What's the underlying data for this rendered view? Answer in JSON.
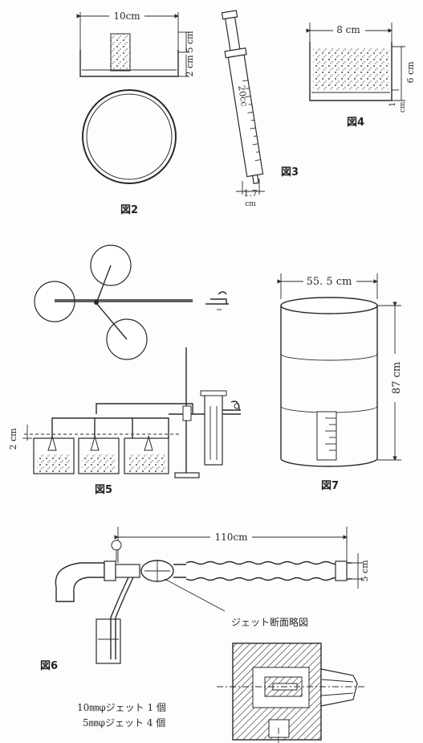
{
  "figure2": {
    "caption": "図2",
    "dim_width": "10cm",
    "dim_height_top": "5 cm",
    "dim_height_bottom": "2 cm"
  },
  "figure3": {
    "caption": "図3",
    "volume_label": "20cc",
    "dim_diameter_value": "1.7",
    "dim_diameter_unit": "cm"
  },
  "figure4": {
    "caption": "図4",
    "dim_width": "8 cm",
    "dim_height": "6 cm",
    "dim_base_value": "1",
    "dim_base_unit": "cm"
  },
  "figure5": {
    "caption": "図5",
    "dim_height": "2 cm"
  },
  "figure7": {
    "caption": "図7",
    "dim_width": "55. 5 cm",
    "dim_height": "87 cm"
  },
  "figure6": {
    "caption": "図6",
    "dim_length": "110cm",
    "dim_diameter": "5 cm",
    "section_title": "ジェット断面略図",
    "jet_spec_1": "10㎜φジェット 1 個",
    "jet_spec_2": "5㎜φジェット 4 個"
  }
}
